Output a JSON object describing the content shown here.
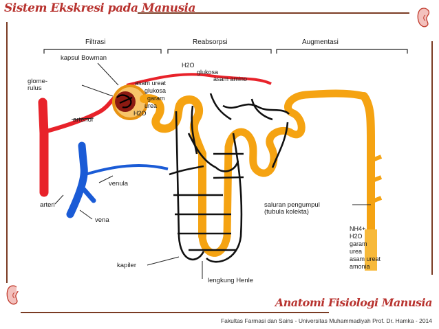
{
  "slide": {
    "title": "Sistem Ekskresi pada Manusia",
    "footer_brand": "Anatomi Fisiologi Manusia",
    "footer_note": "Fakultas Farmasi dan Sains - Universitas Muhammadiyah Prof. Dr. Hamka - 2014"
  },
  "sections": {
    "filtrasi": "Filtrasi",
    "reabsorpsi": "Reabsorpsi",
    "augmentasi": "Augmentasi"
  },
  "labels": {
    "kapsul_bowman": "kapsul Bowman",
    "glomerulus": "glome-\nrulus",
    "arteriol": "arteriol",
    "venula": "venula",
    "arteri": "arteri",
    "vena": "vena",
    "kapiler": "kapiler",
    "lengkung_henle": "lengkung Henle",
    "saluran_pengumpul": "saluran pengumpul\n(tubula kolekta)"
  },
  "filtrate_list": [
    "asam ureat",
    "glukosa",
    "garam",
    "urea",
    "H2O"
  ],
  "reabsorbed_list": [
    "H2O",
    "glukosa",
    "asam amino"
  ],
  "urine_list": [
    "NH4+",
    "H2O",
    "garam",
    "urea",
    "asam ureat",
    "amonia"
  ],
  "colors": {
    "title": "#b8332f",
    "artery": "#e8222a",
    "vein": "#1a5bd6",
    "tubule": "#f5a312",
    "capillary": "#111111",
    "frame": "#7a3b23"
  }
}
